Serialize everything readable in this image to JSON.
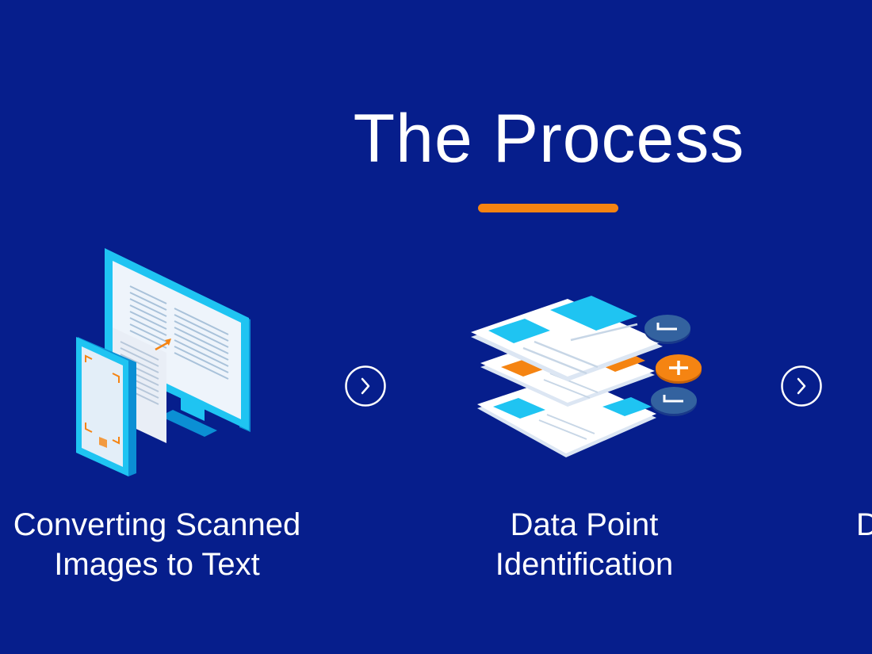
{
  "slide": {
    "title": "The Process",
    "colors": {
      "background": "#061e8c",
      "accent": "#f58412",
      "cyan": "#1fc4f2"
    }
  },
  "steps": [
    {
      "label_line1": "Converting Scanned",
      "label_line2": "Images to Text"
    },
    {
      "label_line1": "Data Point",
      "label_line2": "Identification"
    },
    {
      "label_line1": "D",
      "label_line2": ""
    }
  ],
  "icons": {
    "step1": "monitor-phone-scan-icon",
    "step2": "layered-documents-icon",
    "next": "chevron-right-icon"
  }
}
